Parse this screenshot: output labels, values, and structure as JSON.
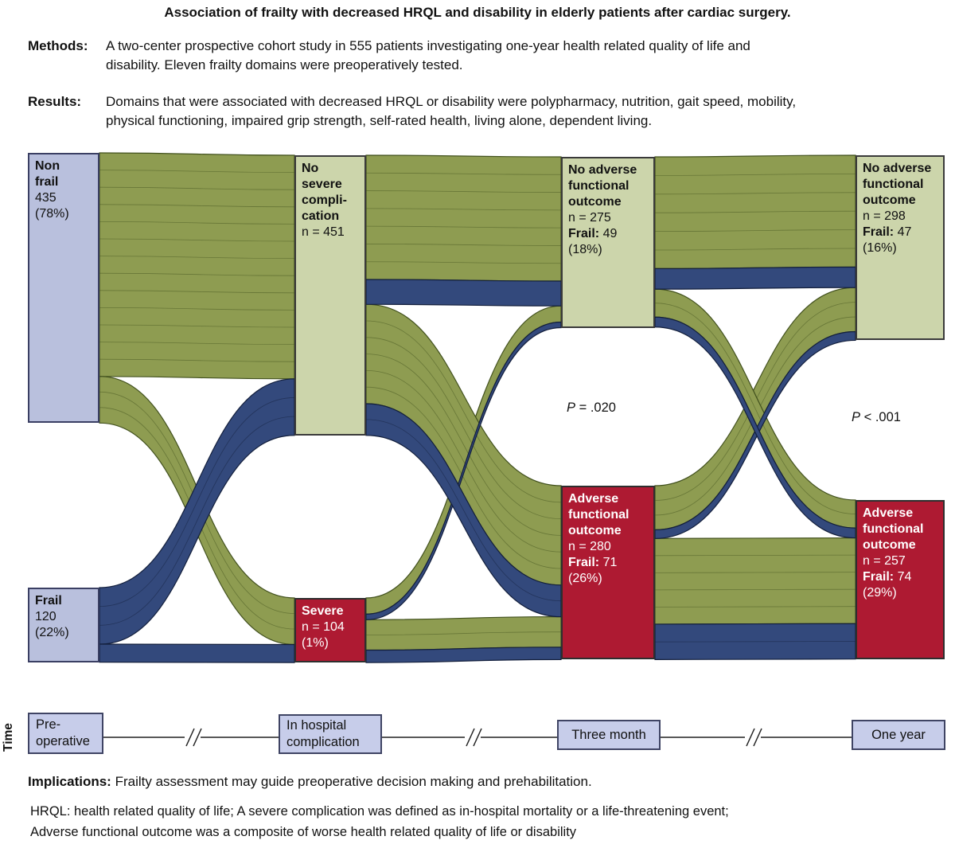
{
  "header": {
    "title": "Association of frailty with decreased HRQL and disability in elderly patients after cardiac surgery.",
    "methods_label": "Methods:",
    "methods_text": "A two-center prospective cohort study in 555 patients investigating one-year health related quality of life and\ndisability. Eleven frailty domains were preoperatively tested.",
    "results_label": "Results:",
    "results_text": "Domains that were associated with decreased HRQL or disability were polypharmacy, nutrition, gait speed, mobility,\nphysical functioning, impaired grip strength, self-rated health, living alone, dependent living."
  },
  "chart_data": {
    "type": "sankey",
    "title": "Association of frailty with decreased HRQL and disability in elderly patients after cardiac surgery.",
    "total_patients": 555,
    "columns": [
      "Preoperative",
      "In hospital complication",
      "Three month",
      "One year"
    ],
    "nodes": [
      {
        "id": "nonfrail",
        "column": "Preoperative",
        "title": "Non\nfrail",
        "value": 435,
        "value_text": "435",
        "pct_text": "(78%)",
        "color_key": "node_lavender"
      },
      {
        "id": "frail",
        "column": "Preoperative",
        "title": "Frail",
        "value": 120,
        "value_text": "120",
        "pct_text": "(22%)",
        "color_key": "node_lavender"
      },
      {
        "id": "nosevere",
        "column": "In hospital complication",
        "title": "No severe\ncompli-\ncation",
        "value": 451,
        "n_text": "n = 451",
        "color_key": "node_green"
      },
      {
        "id": "severe",
        "column": "In hospital complication",
        "title": "Severe",
        "value": 104,
        "n_text": "n = 104",
        "pct_text": "(1%)",
        "color_key": "node_red"
      },
      {
        "id": "noadv3",
        "column": "Three month",
        "title": "No adverse\nfunctional\noutcome",
        "value": 275,
        "n_text": "n = 275",
        "frail_label": "Frail:",
        "frail_value": "49",
        "pct_text": "(18%)",
        "color_key": "node_green"
      },
      {
        "id": "adv3",
        "column": "Three month",
        "title": "Adverse\nfunctional\noutcome",
        "value": 280,
        "n_text": "n = 280",
        "frail_label": "Frail:",
        "frail_value": "71",
        "pct_text": "(26%)",
        "color_key": "node_red"
      },
      {
        "id": "noadv12",
        "column": "One year",
        "title": "No adverse\nfunctional\noutcome",
        "value": 298,
        "n_text": "n = 298",
        "frail_label": "Frail:",
        "frail_value": "47",
        "pct_text": "(16%)",
        "color_key": "node_green"
      },
      {
        "id": "adv12",
        "column": "One year",
        "title": "Adverse\nfunctional\noutcome",
        "value": 257,
        "n_text": "n = 257",
        "frail_label": "Frail:",
        "frail_value": "74",
        "pct_text": "(29%)",
        "color_key": "node_red"
      }
    ],
    "links_note": "Link values estimated from ribbon widths; node totals are labeled in the figure.",
    "links": [
      {
        "source": "nonfrail",
        "target": "nosevere",
        "group": "nonfrail",
        "value": 360
      },
      {
        "source": "frail",
        "target": "nosevere",
        "group": "frail",
        "value": 91
      },
      {
        "source": "nonfrail",
        "target": "severe",
        "group": "nonfrail",
        "value": 75
      },
      {
        "source": "frail",
        "target": "severe",
        "group": "frail",
        "value": 29
      },
      {
        "source": "nosevere",
        "target": "noadv3",
        "group": "nonfrail",
        "value": 200
      },
      {
        "source": "nosevere",
        "target": "noadv3",
        "group": "frail",
        "value": 40
      },
      {
        "source": "severe",
        "target": "noadv3",
        "group": "nonfrail",
        "value": 26
      },
      {
        "source": "severe",
        "target": "noadv3",
        "group": "frail",
        "value": 9
      },
      {
        "source": "nosevere",
        "target": "adv3",
        "group": "nonfrail",
        "value": 160
      },
      {
        "source": "nosevere",
        "target": "adv3",
        "group": "frail",
        "value": 51
      },
      {
        "source": "severe",
        "target": "adv3",
        "group": "nonfrail",
        "value": 49
      },
      {
        "source": "severe",
        "target": "adv3",
        "group": "frail",
        "value": 20
      },
      {
        "source": "noadv3",
        "target": "noadv12",
        "group": "nonfrail",
        "value": 180
      },
      {
        "source": "noadv3",
        "target": "noadv12",
        "group": "frail",
        "value": 33
      },
      {
        "source": "adv3",
        "target": "noadv12",
        "group": "nonfrail",
        "value": 71
      },
      {
        "source": "adv3",
        "target": "noadv12",
        "group": "frail",
        "value": 14
      },
      {
        "source": "noadv3",
        "target": "adv12",
        "group": "nonfrail",
        "value": 45
      },
      {
        "source": "noadv3",
        "target": "adv12",
        "group": "frail",
        "value": 16
      },
      {
        "source": "adv3",
        "target": "adv12",
        "group": "nonfrail",
        "value": 138
      },
      {
        "source": "adv3",
        "target": "adv12",
        "group": "frail",
        "value": 57
      }
    ],
    "colors": {
      "nonfrail_flow": "#8e9c51",
      "nonfrail_flow_edge": "#42511e",
      "frail_flow": "#33497c",
      "frail_flow_edge": "#131f3c",
      "node_green": "#ccd5ab",
      "node_red": "#ae1a32",
      "node_lavender": "#b9c0dd",
      "timeline_box": "#c7cdea"
    }
  },
  "annotations": {
    "p_three_month": {
      "label": "P",
      "rest": " = .020"
    },
    "p_one_year": {
      "label": "P",
      "rest": " < .001"
    }
  },
  "timeline": {
    "axis_label": "Time",
    "stops": [
      "Pre-\noperative",
      "In hospital\ncomplication",
      "Three month",
      "One year"
    ]
  },
  "implications": {
    "label": "Implications:",
    "text": "Frailty assessment may guide preoperative decision making and prehabilitation."
  },
  "footnote": {
    "line1": "HRQL: health related quality of life; A severe complication was defined as in-hospital mortality or a life-threatening event;",
    "line2": "Adverse functional outcome was a composite of worse health related quality of life or disability"
  }
}
